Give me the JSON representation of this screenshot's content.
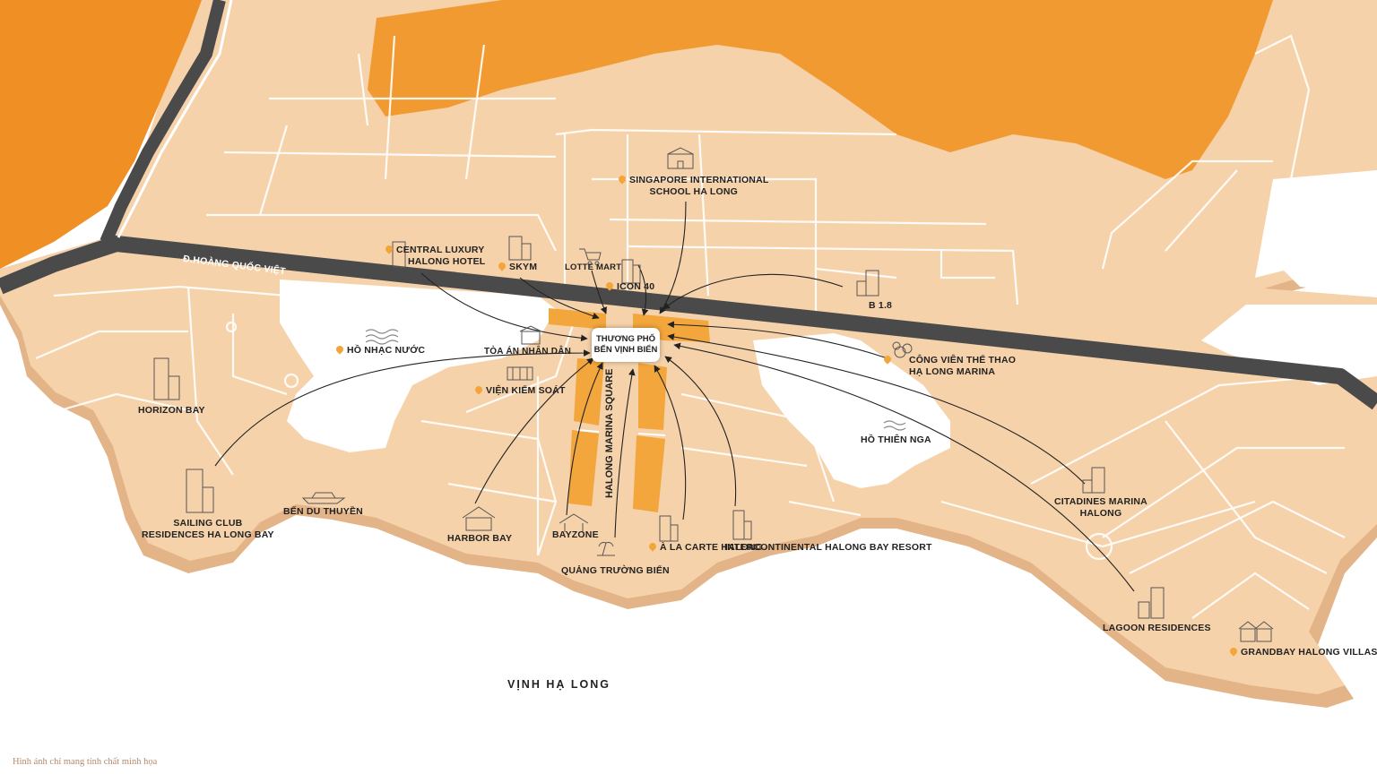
{
  "road": {
    "name": "Đ.HOÀNG QUỐC VIỆT"
  },
  "hub": {
    "line1": "THƯƠNG PHỐ",
    "line2": "BẾN VỊNH BIỂN"
  },
  "project_name": "HALONG MARINA SQUARE",
  "bay_name": "VỊNH HẠ LONG",
  "footnote": "Hình ảnh chỉ mang tính chất minh họa",
  "colors": {
    "land": "#f6d2aa",
    "land_shadow": "#e3b487",
    "hill": "#f29a32",
    "road": "#4a4a4a",
    "block": "#f3a63b",
    "pin": "#f2a63a"
  },
  "places": [
    {
      "id": "singapore-school",
      "lines": [
        "SINGAPORE INTERNATIONAL",
        "SCHOOL HA LONG"
      ],
      "icon": "school-icon"
    },
    {
      "id": "central-luxury",
      "lines": [
        "CENTRAL LUXURY",
        "HALONG HOTEL"
      ],
      "icon": "building-icon"
    },
    {
      "id": "skym",
      "lines": [
        "SKYM"
      ],
      "icon": "building-icon"
    },
    {
      "id": "lotte-mart",
      "lines": [
        "LOTTE MART"
      ],
      "icon": "cart-icon"
    },
    {
      "id": "icon-40",
      "lines": [
        "ICON 40"
      ],
      "icon": "tower-icon"
    },
    {
      "id": "b18",
      "lines": [
        "B 1.8"
      ],
      "icon": "building-icon"
    },
    {
      "id": "ho-nhac-nuoc",
      "lines": [
        "HỒ NHẠC NƯỚC"
      ],
      "icon": "water-icon"
    },
    {
      "id": "toa-an",
      "lines": [
        "TÒA ÁN NHÂN DÂN"
      ],
      "icon": "court-icon"
    },
    {
      "id": "vien-kiem-soat",
      "lines": [
        "VIỆN KIỂM SOÁT"
      ],
      "icon": "office-icon"
    },
    {
      "id": "cong-vien",
      "lines": [
        "CÔNG VIÊN THỂ THAO",
        "HẠ LONG MARINA"
      ],
      "icon": "park-icon"
    },
    {
      "id": "horizon-bay",
      "lines": [
        "HORIZON BAY"
      ],
      "icon": "tower-icon"
    },
    {
      "id": "ho-thien-nga",
      "lines": [
        "HỒ THIÊN NGA"
      ],
      "icon": "water-icon"
    },
    {
      "id": "sailing-club",
      "lines": [
        "SAILING CLUB",
        "RESIDENCES HA LONG BAY"
      ],
      "icon": "tower-icon"
    },
    {
      "id": "ben-du-thuyen",
      "lines": [
        "BẾN DU THUYỀN"
      ],
      "icon": "yacht-icon"
    },
    {
      "id": "harbor-bay",
      "lines": [
        "HARBOR BAY"
      ],
      "icon": "house-icon"
    },
    {
      "id": "bayzone",
      "lines": [
        "BAYZONE"
      ],
      "icon": "pavilion-icon"
    },
    {
      "id": "quang-truong",
      "lines": [
        "QUẢNG TRƯỜNG BIỂN"
      ],
      "icon": "beach-icon"
    },
    {
      "id": "a-la-carte",
      "lines": [
        "À LA CARTE HALONG"
      ],
      "icon": "tower-icon"
    },
    {
      "id": "intercontinental",
      "lines": [
        "INTERCONTINENTAL HALONG BAY RESORT"
      ],
      "icon": "tower-icon"
    },
    {
      "id": "citadines",
      "lines": [
        "CITADINES MARINA",
        "HALONG"
      ],
      "icon": "building-icon"
    },
    {
      "id": "lagoon",
      "lines": [
        "LAGOON RESIDENCES"
      ],
      "icon": "building-icon"
    },
    {
      "id": "grandbay",
      "lines": [
        "GRANDBAY HALONG VILLAS"
      ],
      "icon": "villa-icon"
    }
  ]
}
